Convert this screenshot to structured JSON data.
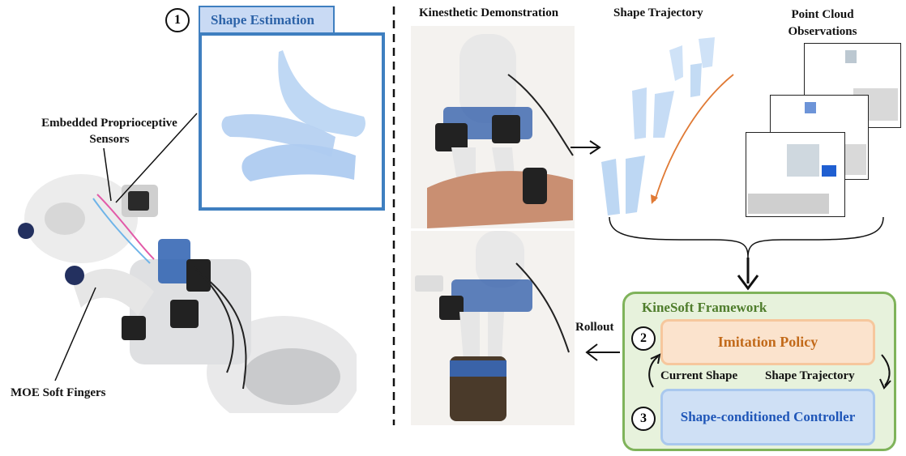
{
  "shape_estimation": {
    "step": "1",
    "title": "Shape Estimation"
  },
  "labels": {
    "embedded_line1": "Embedded Proprioceptive",
    "embedded_line2": "Sensors",
    "moe": "MOE Soft Fingers",
    "kinesthetic": "Kinesthetic Demonstration",
    "shape_trajectory_header": "Shape Trajectory",
    "point_cloud_line1": "Point Cloud",
    "point_cloud_line2": "Observations",
    "rollout": "Rollout"
  },
  "framework": {
    "title": "KineSoft Framework",
    "imitation": {
      "step": "2",
      "label": "Imitation Policy"
    },
    "current_shape": "Current Shape",
    "shape_trajectory": "Shape Trajectory",
    "controller": {
      "step": "3",
      "label": "Shape-conditioned Controller"
    }
  },
  "colors": {
    "blue_accent": "#3f7fc0",
    "green_frame": "#7fb35a",
    "green_title": "#4f7d2c",
    "orange_text": "#c26a1a",
    "orange_arrow": "#e07a35",
    "controller_text": "#1f56b8"
  }
}
